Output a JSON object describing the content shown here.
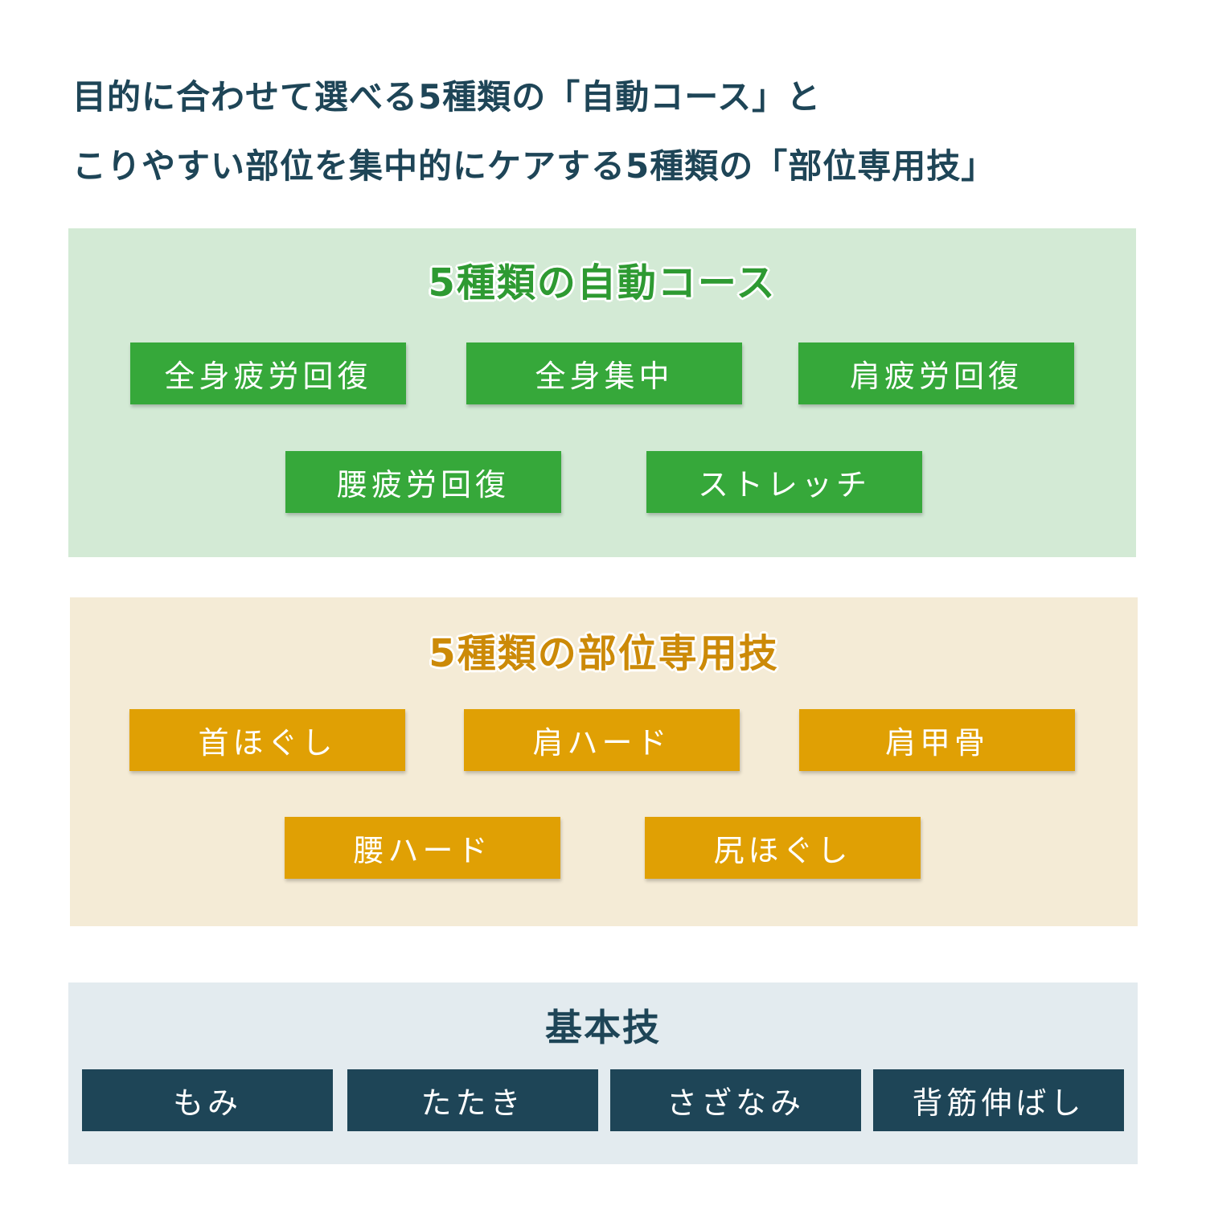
{
  "headline": {
    "line1": "目的に合わせて選べる5種類の「自動コース」と",
    "line2": "こりやすい部位を集中的にケアする5種類の「部位専用技」"
  },
  "auto_courses": {
    "title": "5種類の自動コース",
    "items": [
      "全身疲労回復",
      "全身集中",
      "肩疲労回復",
      "腰疲労回復",
      "ストレッチ"
    ]
  },
  "part_techniques": {
    "title": "5種類の部位専用技",
    "items": [
      "首ほぐし",
      "肩ハード",
      "肩甲骨",
      "腰ハード",
      "尻ほぐし"
    ]
  },
  "basic_techniques": {
    "title": "基本技",
    "items": [
      "もみ",
      "たたき",
      "さざなみ",
      "背筋伸ばし"
    ]
  },
  "colors": {
    "auto_accent": "#36a83a",
    "part_accent": "#e0a004",
    "basic_accent": "#1e4557"
  }
}
